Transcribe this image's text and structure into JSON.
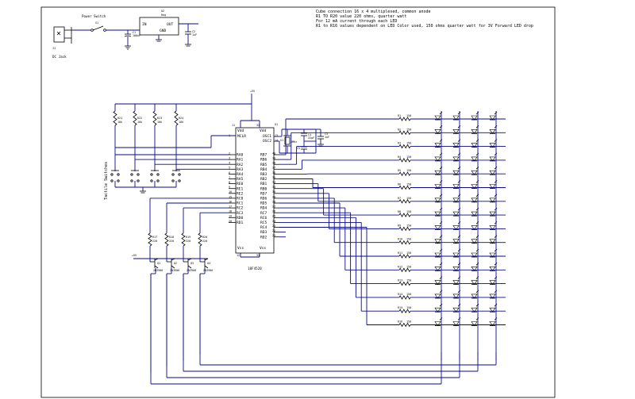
{
  "notes": [
    "Cube connection 16 x 4 multiplexed, common anode",
    "R1 TO R20 value 220 ohms, quarter watt",
    "For 12 mA current through each LED",
    "R1 to R16 values dependent on LED Color used, 150 ohms quarter watt for 3V Forward LED drop"
  ],
  "power": {
    "dc_jack_label": "DC Jack",
    "jack_ref": "J1",
    "switch_label": "Power Switch",
    "switch_ref": "S1",
    "reg_ref": "U2",
    "reg_name": "Reg",
    "reg_in": "IN",
    "reg_out": "OUT",
    "reg_gnd": "GND",
    "cap1_ref": "C1",
    "cap1_val": "100uF",
    "cap2_ref": "C2",
    "cap2_val": "1uF",
    "cap3_ref": "C3",
    "cap3_val": "1uF"
  },
  "mcu": {
    "name": "18F4520",
    "ref": "U1",
    "vdd": "Vdd",
    "vss": "Vss",
    "mclr": "MCLR",
    "osc1": "OSC1",
    "osc2": "OSC2",
    "left_pins": [
      {
        "name": "RA0",
        "num": "2"
      },
      {
        "name": "RA1",
        "num": "3"
      },
      {
        "name": "RA2",
        "num": "4"
      },
      {
        "name": "RA3",
        "num": "5"
      },
      {
        "name": "RA4",
        "num": "6"
      },
      {
        "name": "RA5",
        "num": "7"
      },
      {
        "name": "RE0",
        "num": "8"
      },
      {
        "name": "RE1",
        "num": "9"
      },
      {
        "name": "RE2",
        "num": "10"
      },
      {
        "name": "RC0",
        "num": "15"
      },
      {
        "name": "RC1",
        "num": "16"
      },
      {
        "name": "RC2",
        "num": "17"
      },
      {
        "name": "RC3",
        "num": "18"
      },
      {
        "name": "RD0",
        "num": "19"
      },
      {
        "name": "RD1",
        "num": "20"
      }
    ],
    "right_pins": [
      {
        "name": "RB7",
        "num": "40"
      },
      {
        "name": "RB6",
        "num": "39"
      },
      {
        "name": "RB5",
        "num": "38"
      },
      {
        "name": "RB4",
        "num": "37"
      },
      {
        "name": "RB3",
        "num": "36"
      },
      {
        "name": "RB2",
        "num": "35"
      },
      {
        "name": "RB1",
        "num": "34"
      },
      {
        "name": "RB0",
        "num": "33"
      },
      {
        "name": "RD7",
        "num": "30"
      },
      {
        "name": "RD6",
        "num": "29"
      },
      {
        "name": "RD5",
        "num": "28"
      },
      {
        "name": "RD4",
        "num": "27"
      },
      {
        "name": "RC7",
        "num": "26"
      },
      {
        "name": "RC6",
        "num": "25"
      },
      {
        "name": "RC5",
        "num": "24"
      },
      {
        "name": "RC4",
        "num": "23"
      },
      {
        "name": "RD3",
        "num": "22"
      },
      {
        "name": "RD2",
        "num": "21"
      }
    ],
    "top_pin_a": "11",
    "top_pin_b": "32",
    "mclr_pin": "1",
    "osc1_pin": "13",
    "osc2_pin": "14",
    "vss_pin_a": "12",
    "vss_pin_b": "31"
  },
  "crystal": {
    "ref": "X1",
    "val": "8MHz",
    "c_ref_a": "C4",
    "c_val_a": "22pF",
    "c_ref_b": "C5",
    "c_val_b": "22pF"
  },
  "switches": {
    "group_label": "Tactile Switches",
    "pullups": [
      {
        "ref": "R21",
        "val": "10k"
      },
      {
        "ref": "R22",
        "val": "10k"
      },
      {
        "ref": "R23",
        "val": "10k"
      },
      {
        "ref": "R24",
        "val": "10k"
      }
    ]
  },
  "drivers": {
    "resistors": [
      {
        "ref": "R17",
        "val": "220"
      },
      {
        "ref": "R18",
        "val": "220"
      },
      {
        "ref": "R19",
        "val": "220"
      },
      {
        "ref": "R20",
        "val": "220"
      }
    ],
    "transistors": [
      {
        "ref": "Q1",
        "type": "2N3906"
      },
      {
        "ref": "Q2",
        "type": "2N3906"
      },
      {
        "ref": "Q3",
        "type": "2N3906"
      },
      {
        "ref": "Q4",
        "type": "2N3906"
      }
    ],
    "vcc": "+5V"
  },
  "columns": {
    "resistors": [
      {
        "ref": "R1",
        "val": "150"
      },
      {
        "ref": "R2",
        "val": "150"
      },
      {
        "ref": "R3",
        "val": "150"
      },
      {
        "ref": "R4",
        "val": "150"
      },
      {
        "ref": "R5",
        "val": "150"
      },
      {
        "ref": "R6",
        "val": "150"
      },
      {
        "ref": "R7",
        "val": "150"
      },
      {
        "ref": "R8",
        "val": "150"
      },
      {
        "ref": "R9",
        "val": "150"
      },
      {
        "ref": "R10",
        "val": "150"
      },
      {
        "ref": "R11",
        "val": "150"
      },
      {
        "ref": "R12",
        "val": "150"
      },
      {
        "ref": "R13",
        "val": "150"
      },
      {
        "ref": "R14",
        "val": "150"
      },
      {
        "ref": "R15",
        "val": "150"
      },
      {
        "ref": "R16",
        "val": "150"
      }
    ],
    "led_rows": 16,
    "led_cols": 4
  }
}
